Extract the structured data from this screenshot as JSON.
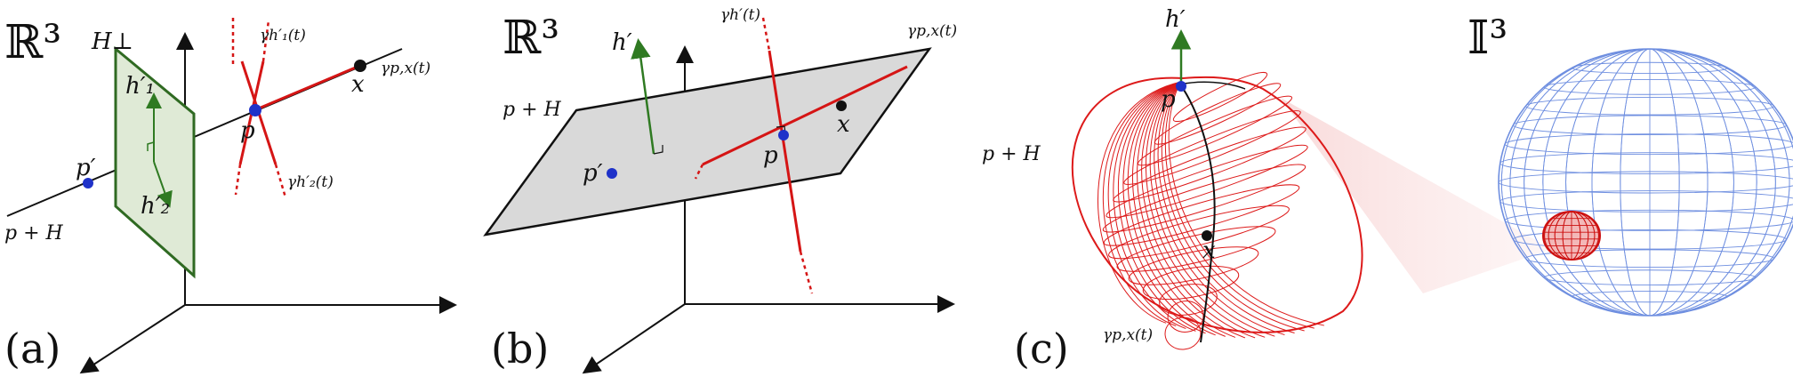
{
  "panels": {
    "a": {
      "space": "ℝ³",
      "panel_label": "(a)",
      "h_perp": "H⊥",
      "h1": "h′₁",
      "h2": "h′₂",
      "p_prime": "p′",
      "p": "p",
      "x": "x",
      "gamma_px": "γp,x(t)",
      "gamma_h1": "γh′₁(t)",
      "gamma_h2": "γh′₂(t)",
      "p_plus_h": "p + H"
    },
    "b": {
      "space": "ℝ³",
      "panel_label": "(b)",
      "h_prime": "h′",
      "gamma_h": "γh′(t)",
      "gamma_px": "γp,x(t)",
      "p_plus_h": "p + H",
      "p_prime": "p′",
      "p": "p",
      "x": "x"
    },
    "c": {
      "space": "𝕀³",
      "panel_label": "(c)",
      "h_prime": "h′",
      "p": "p",
      "p_plus_h": "p + H",
      "x": "x",
      "gamma_px": "γp,x(t)"
    }
  },
  "colors": {
    "plane_green_fill": "#dfead6",
    "plane_green_stroke": "#2f6a22",
    "plane_gray_fill": "#d9d9d9",
    "geodesic_red": "#d51515",
    "point_blue": "#1f32c9",
    "mesh_blue": "#6f8fe0",
    "vector_green": "#2f7a22"
  }
}
